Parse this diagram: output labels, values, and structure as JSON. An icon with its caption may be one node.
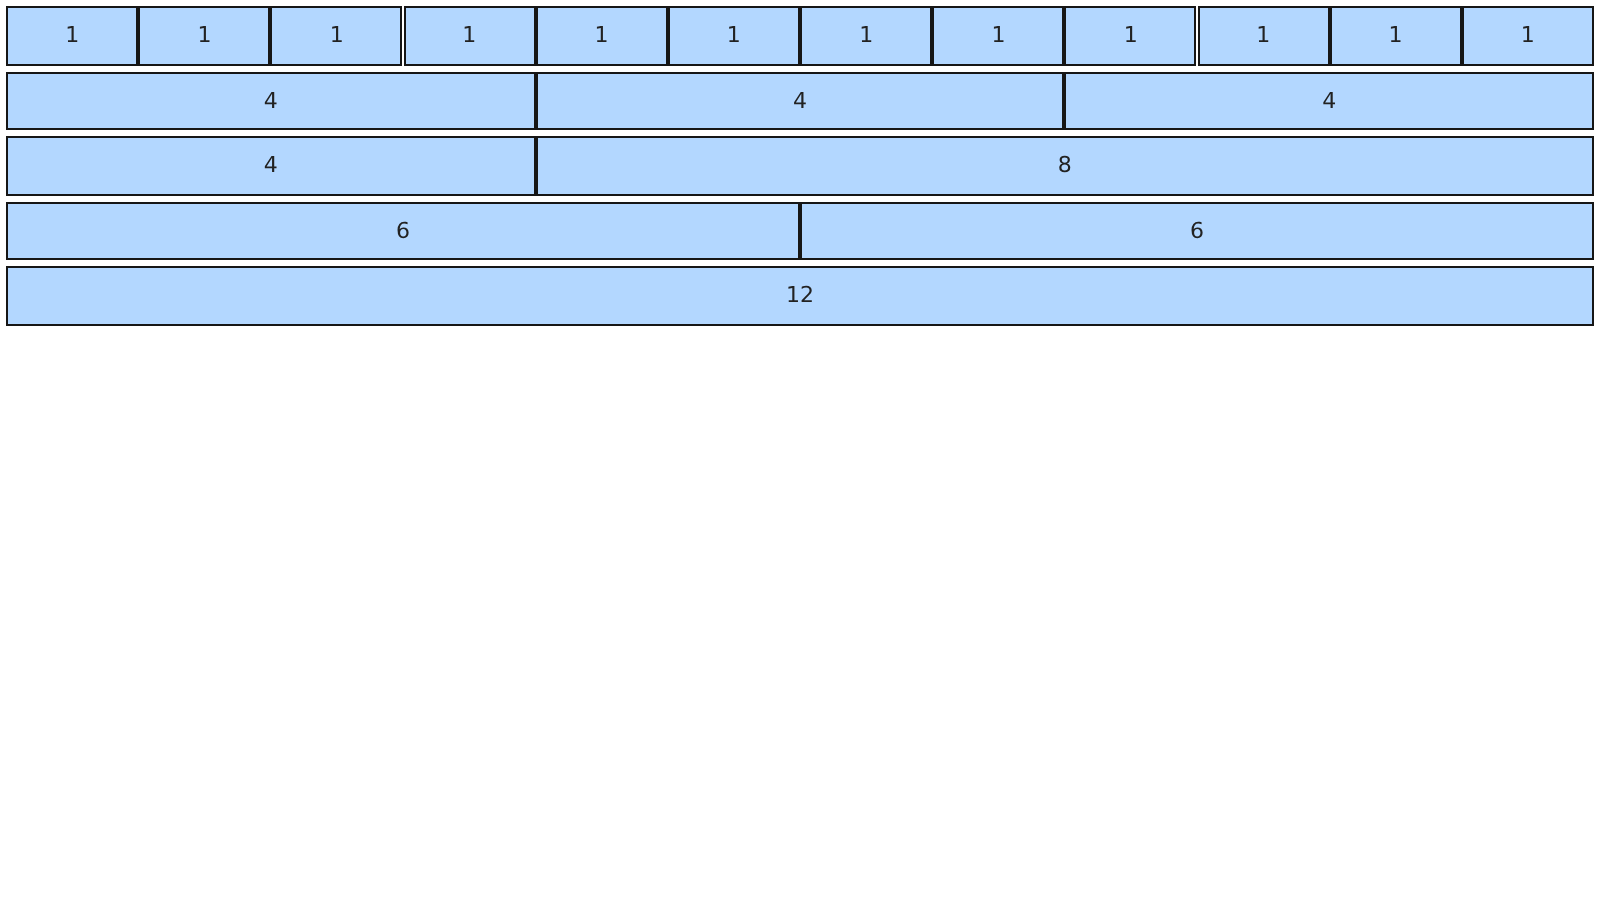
{
  "diagram": {
    "nodes": [
      {
        "text": [
          "1"
        ]
      },
      {
        "text": [
          "1"
        ]
      },
      {
        "text": [
          "1"
        ]
      },
      {
        "text": [
          "1"
        ]
      },
      {
        "text": [
          "1"
        ]
      },
      {
        "text": [
          "1"
        ]
      },
      {
        "text": [
          "1"
        ]
      },
      {
        "text": [
          "1"
        ]
      },
      {
        "text": [
          "1"
        ]
      },
      {
        "text": [
          "1"
        ]
      },
      {
        "text": [
          "1"
        ]
      },
      {
        "text": [
          "1"
        ]
      },
      {
        "text": [
          "4"
        ]
      },
      {
        "text": [
          "4"
        ]
      },
      {
        "text": [
          "4"
        ]
      },
      {
        "text": [
          "4"
        ]
      },
      {
        "text": [
          "8"
        ]
      },
      {
        "text": [
          "6"
        ]
      },
      {
        "text": [
          "6"
        ]
      },
      {
        "text": [
          "12"
        ]
      }
    ]
  }
}
